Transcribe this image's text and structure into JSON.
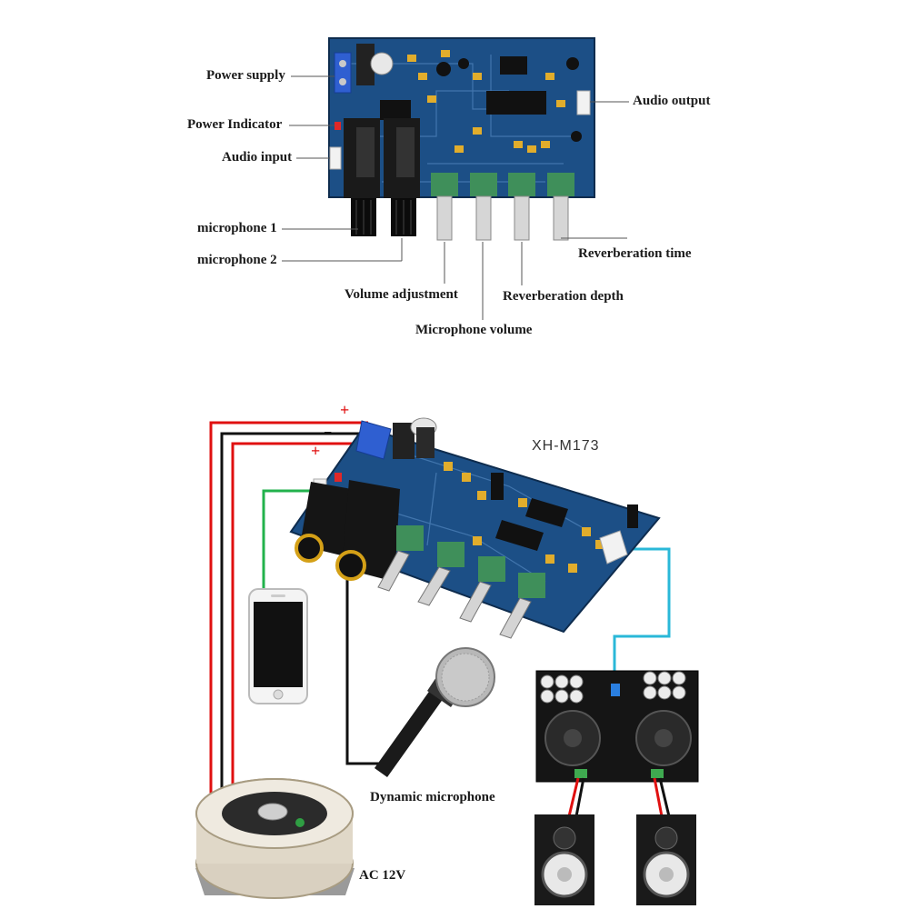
{
  "top_labels": {
    "power_supply": "Power supply",
    "power_indicator": "Power Indicator",
    "audio_input": "Audio input",
    "mic1": "microphone 1",
    "mic2": "microphone 2",
    "audio_output": "Audio output",
    "reverb_time": "Reverberation time",
    "volume_adjust": "Volume adjustment",
    "reverb_depth": "Reverberation depth",
    "mic_volume": "Microphone volume"
  },
  "bottom": {
    "model": "XH-M173",
    "plus_top": "+",
    "minus": "−",
    "plus_bottom": "+",
    "dynamic_mic": "Dynamic microphone",
    "ac": "AC 12V"
  },
  "colors": {
    "pcb": "#1c4f86",
    "pot": "#3f8f5a",
    "wire_red": "#e01010",
    "wire_black": "#111111",
    "wire_green": "#22b24c",
    "wire_cyan": "#2ab8d8"
  }
}
